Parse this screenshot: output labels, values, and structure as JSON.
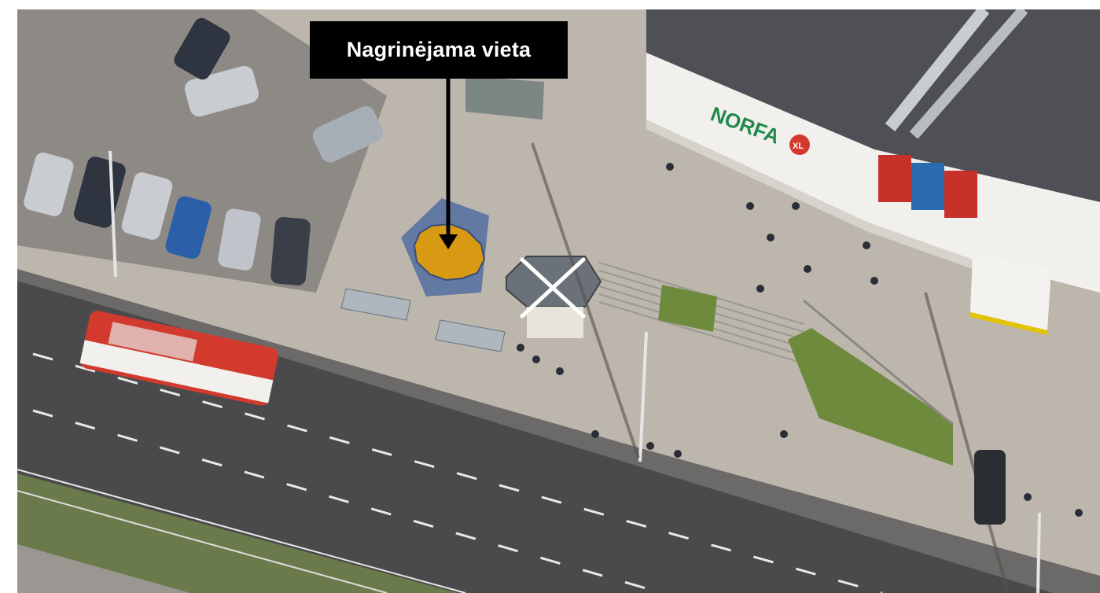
{
  "callout": {
    "label": "Nagrinėjama vieta"
  },
  "store_sign": {
    "brand": "NORFA",
    "suffix": "XL"
  },
  "colors": {
    "marker_fill": "#d89a12",
    "marker_stroke": "#3a4a7a",
    "callout_bg": "#000000",
    "callout_text": "#ffffff",
    "cross": "#ffffff",
    "brand_green": "#1f8a4c",
    "trolleybus_red": "#d23a2e"
  }
}
